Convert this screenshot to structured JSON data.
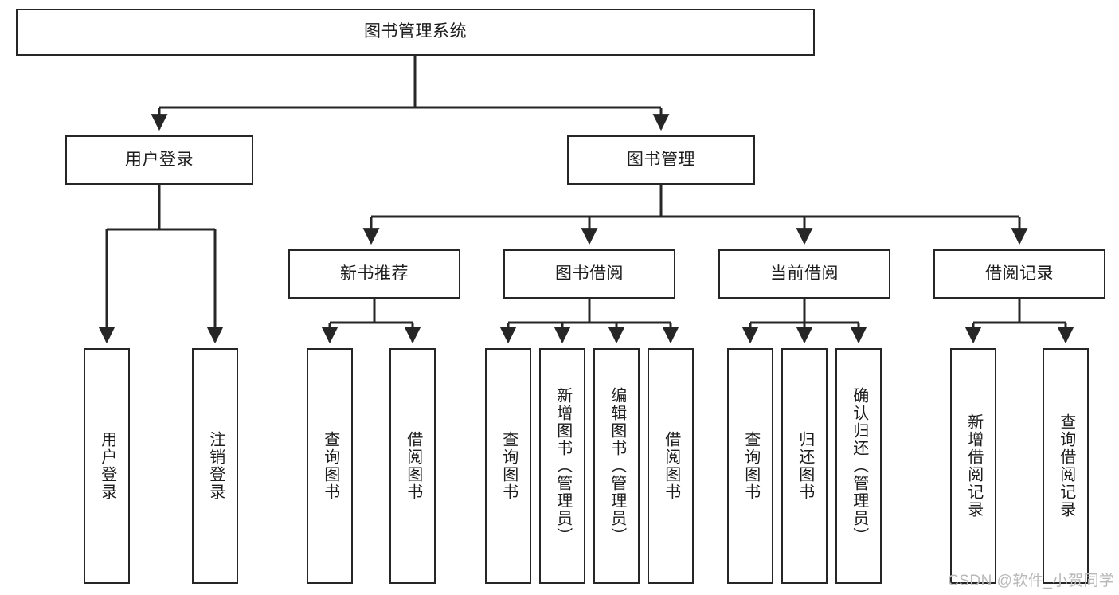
{
  "diagram": {
    "title_node": {
      "label": "图书管理系统"
    },
    "level2": [
      {
        "label": "用户登录"
      },
      {
        "label": "图书管理"
      }
    ],
    "level3": [
      {
        "label": "新书推荐"
      },
      {
        "label": "图书借阅"
      },
      {
        "label": "当前借阅"
      },
      {
        "label": "借阅记录"
      }
    ],
    "leaves": {
      "user_login": [
        {
          "label": "用户登录"
        },
        {
          "label": "注销登录"
        }
      ],
      "new_book_recommend": [
        {
          "label": "查询图书"
        },
        {
          "label": "借阅图书"
        }
      ],
      "book_borrow": [
        {
          "label": "查询图书"
        },
        {
          "label": "新增图书（管理员）"
        },
        {
          "label": "编辑图书（管理员）"
        },
        {
          "label": "借阅图书"
        }
      ],
      "current_borrow": [
        {
          "label": "查询图书"
        },
        {
          "label": "归还图书"
        },
        {
          "label": "确认归还（管理员）"
        }
      ],
      "borrow_record": [
        {
          "label": "新增借阅记录"
        },
        {
          "label": "查询借阅记录"
        }
      ]
    }
  },
  "watermark": {
    "text": "CSDN @软件_小贺同学"
  },
  "colors": {
    "stroke": "#262626",
    "background": "#ffffff",
    "text": "#1c1c1c",
    "watermark": "#b9b9b9"
  }
}
